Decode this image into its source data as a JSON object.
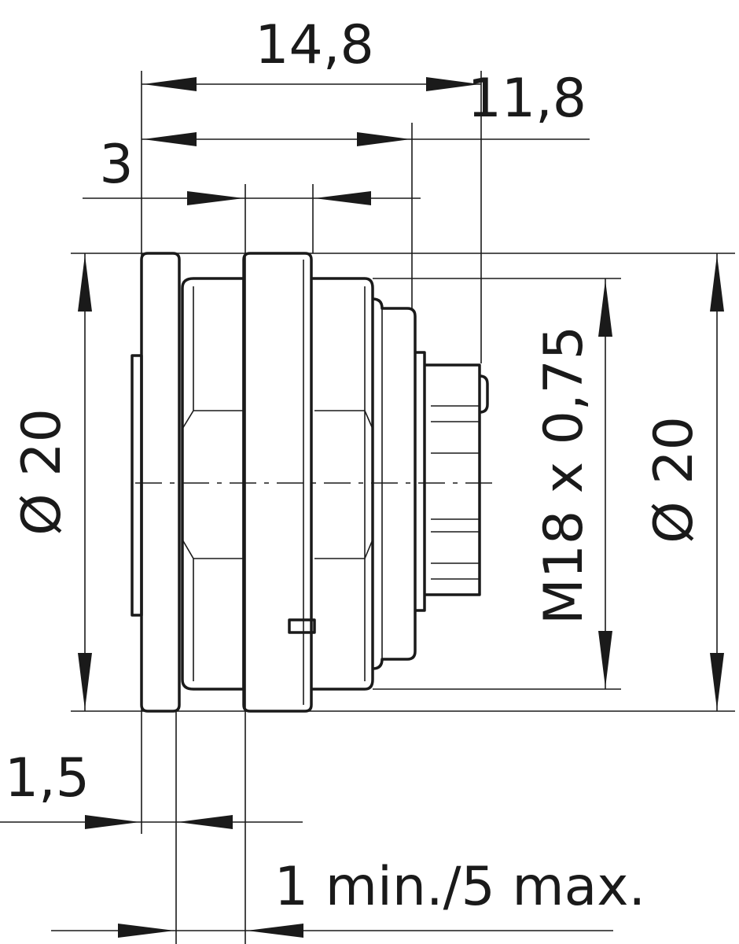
{
  "drawing": {
    "dimensions": {
      "overall_length": "14,8",
      "body_length": "11,8",
      "flange_thickness": "3",
      "outer_diameter_left": "Ø 20",
      "thread": "M18 x 0,75",
      "outer_diameter_right": "Ø 20",
      "front_gap": "1,5",
      "panel_thickness": "1 min./5 max."
    }
  }
}
